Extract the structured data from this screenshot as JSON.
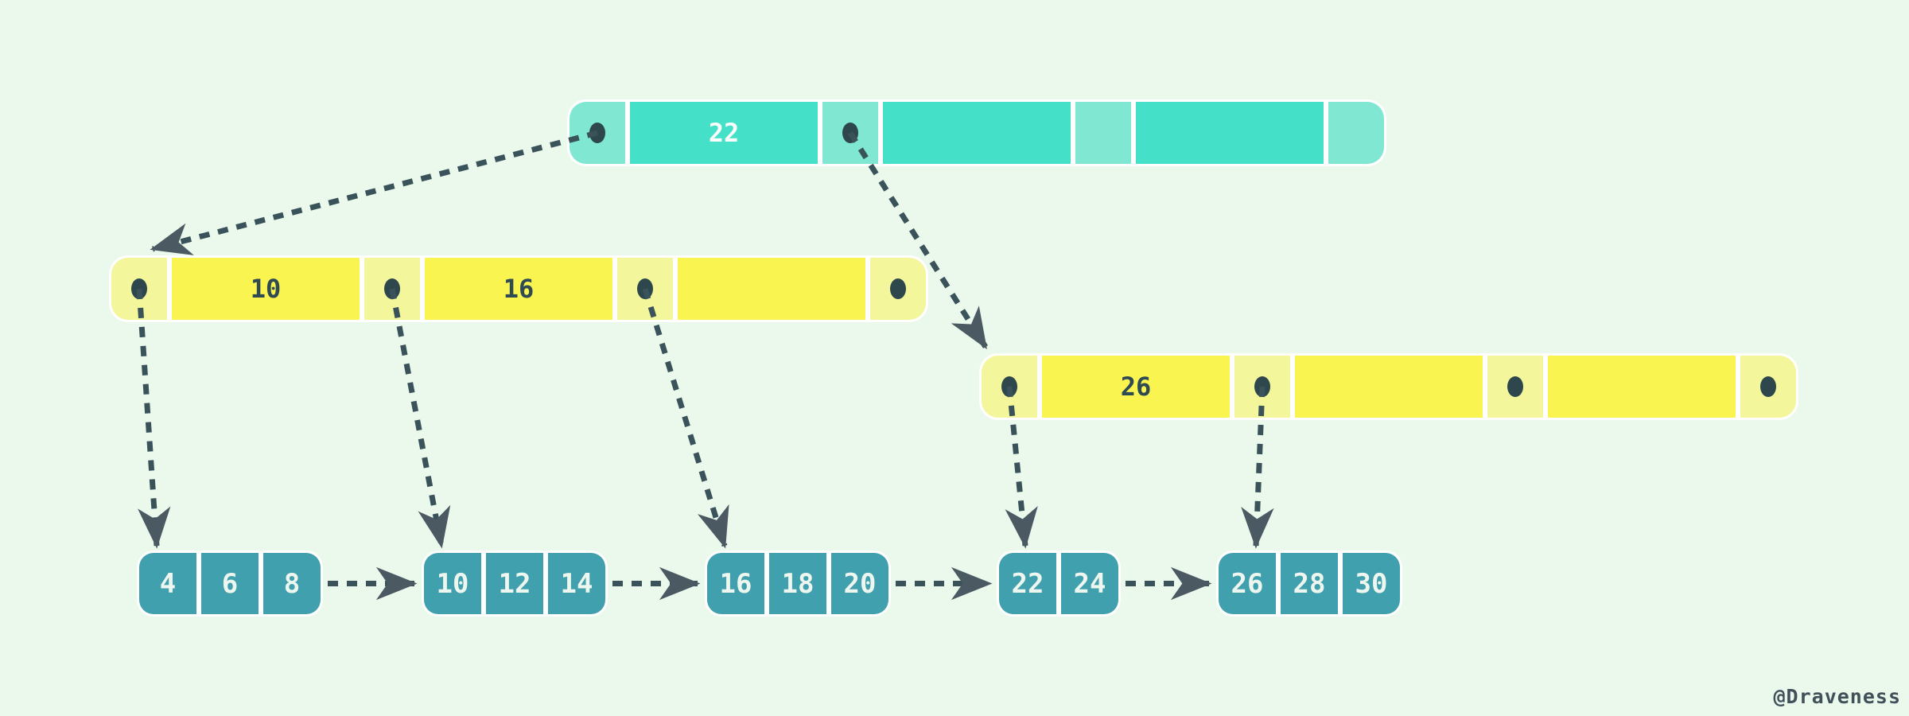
{
  "page": {
    "watermark": "@Draveness"
  },
  "colors": {
    "bg": "#eaf9ec",
    "teal_dark": "#45e0c8",
    "teal_light": "#7fe7d2",
    "yellow_bright": "#f9f44f",
    "yellow_light": "#f3f69b",
    "leaf": "#41a0ae",
    "dot": "#2e474d",
    "dash": "#3a525a",
    "arrowhead": "#4b5963",
    "key_text": "#2f4a52",
    "root_text": "#fbfefc",
    "leaf_text": "#edf6ef",
    "watermark": "#41515a"
  },
  "tree": {
    "type": "b-plus-tree",
    "nodes": [
      {
        "id": "root",
        "kind": "internal",
        "palette": "teal",
        "cells": [
          {
            "type": "pointer",
            "dot": true
          },
          {
            "type": "key",
            "value": "22"
          },
          {
            "type": "pointer",
            "dot": true
          },
          {
            "type": "key",
            "value": ""
          },
          {
            "type": "pointer",
            "dot": false
          },
          {
            "type": "key",
            "value": ""
          },
          {
            "type": "pointer",
            "dot": false
          }
        ]
      },
      {
        "id": "left-internal",
        "kind": "internal",
        "palette": "yellow",
        "cells": [
          {
            "type": "pointer",
            "dot": true
          },
          {
            "type": "key",
            "value": "10"
          },
          {
            "type": "pointer",
            "dot": true
          },
          {
            "type": "key",
            "value": "16"
          },
          {
            "type": "pointer",
            "dot": true
          },
          {
            "type": "key",
            "value": ""
          },
          {
            "type": "pointer",
            "dot": true
          }
        ]
      },
      {
        "id": "right-internal",
        "kind": "internal",
        "palette": "yellow",
        "cells": [
          {
            "type": "pointer",
            "dot": true
          },
          {
            "type": "key",
            "value": "26"
          },
          {
            "type": "pointer",
            "dot": true
          },
          {
            "type": "key",
            "value": ""
          },
          {
            "type": "pointer",
            "dot": true
          },
          {
            "type": "key",
            "value": ""
          },
          {
            "type": "pointer",
            "dot": true
          }
        ]
      },
      {
        "id": "leaf-1",
        "kind": "leaf",
        "values": [
          "4",
          "6",
          "8"
        ]
      },
      {
        "id": "leaf-2",
        "kind": "leaf",
        "values": [
          "10",
          "12",
          "14"
        ]
      },
      {
        "id": "leaf-3",
        "kind": "leaf",
        "values": [
          "16",
          "18",
          "20"
        ]
      },
      {
        "id": "leaf-4",
        "kind": "leaf",
        "values": [
          "22",
          "24"
        ]
      },
      {
        "id": "leaf-5",
        "kind": "leaf",
        "values": [
          "26",
          "28",
          "30"
        ]
      }
    ],
    "edges": [
      {
        "from": "root",
        "cell": 0,
        "to": "left-internal",
        "type": "child"
      },
      {
        "from": "root",
        "cell": 2,
        "to": "right-internal",
        "type": "child"
      },
      {
        "from": "left-internal",
        "cell": 0,
        "to": "leaf-1",
        "type": "child"
      },
      {
        "from": "left-internal",
        "cell": 2,
        "to": "leaf-2",
        "type": "child"
      },
      {
        "from": "left-internal",
        "cell": 4,
        "to": "leaf-3",
        "type": "child"
      },
      {
        "from": "right-internal",
        "cell": 0,
        "to": "leaf-4",
        "type": "child"
      },
      {
        "from": "right-internal",
        "cell": 2,
        "to": "leaf-5",
        "type": "child"
      },
      {
        "from": "leaf-1",
        "to": "leaf-2",
        "type": "next"
      },
      {
        "from": "leaf-2",
        "to": "leaf-3",
        "type": "next"
      },
      {
        "from": "leaf-3",
        "to": "leaf-4",
        "type": "next"
      },
      {
        "from": "leaf-4",
        "to": "leaf-5",
        "type": "next"
      }
    ]
  }
}
